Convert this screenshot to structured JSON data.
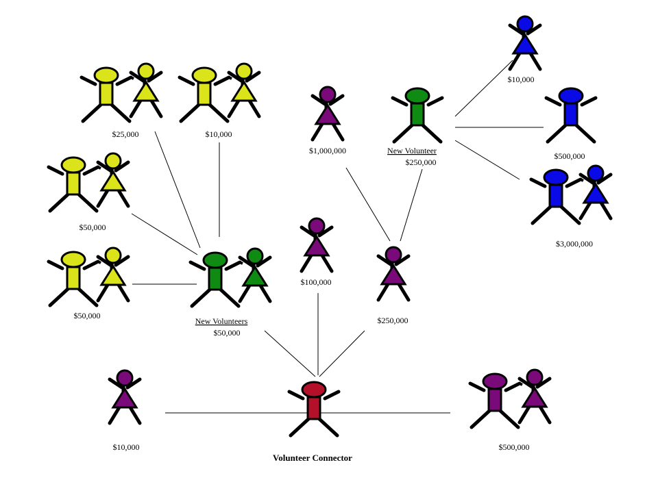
{
  "colors": {
    "yellow": "#dbe31a",
    "green": "#0f8a12",
    "purple": "#7a0a7a",
    "blue": "#0a0ae6",
    "red": "#b3112a"
  },
  "center": {
    "title": "Volunteer Connector"
  },
  "labels": {
    "y1": "$25,000",
    "y2": "$10,000",
    "y3": "$50,000",
    "y4": "$50,000",
    "new_volunteers_title": "New Volunteers",
    "new_volunteers_amount": "$50,000",
    "p_top": "$1,000,000",
    "new_volunteer_title": "New Volunteer",
    "new_volunteer_amount": "$250,000",
    "b_top": "$10,000",
    "b_right": "$500,000",
    "b_couple": "$3,000,000",
    "p_mid": "$100,000",
    "p_mid2": "$250,000",
    "p_left": "$10,000",
    "p_right": "$500,000"
  }
}
